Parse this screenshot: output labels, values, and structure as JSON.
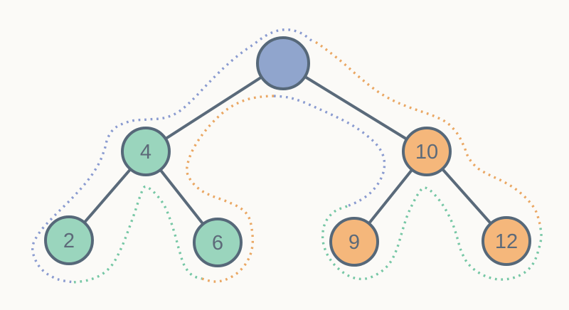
{
  "diagram": {
    "nodes": [
      {
        "id": "root",
        "label": "",
        "fill": "#90a5cd"
      },
      {
        "id": "left",
        "label": "4",
        "fill": "#9ad5bd"
      },
      {
        "id": "right",
        "label": "10",
        "fill": "#f5b77b"
      },
      {
        "id": "left-left",
        "label": "2",
        "fill": "#9ad5bd"
      },
      {
        "id": "left-right",
        "label": "6",
        "fill": "#9ad5bd"
      },
      {
        "id": "right-left",
        "label": "9",
        "fill": "#f5b77b"
      },
      {
        "id": "right-right",
        "label": "12",
        "fill": "#f5b77b"
      }
    ],
    "colors": {
      "background": "#fbfaf7",
      "edge": "#5a6a7a",
      "node_border": "#566879",
      "label_text": "#5d6a79",
      "contour_blue": "#8a9bd0",
      "contour_orange": "#eaa763",
      "contour_green": "#76c7a5"
    }
  }
}
